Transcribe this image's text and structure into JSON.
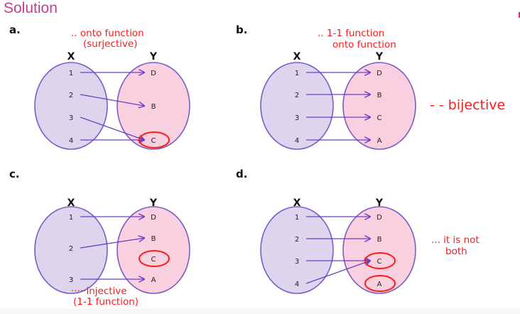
{
  "page": {
    "title": "Solution"
  },
  "colors": {
    "title": "#c2408f",
    "domain_fill": "#ddd4ee",
    "codomain_fill": "#f8d0df",
    "set_stroke": "#7b5cc4",
    "arrow": "#6a3fc8",
    "annotation": "#ff1a1a"
  },
  "panels": [
    {
      "label": "a.",
      "set_x_label": "X",
      "set_y_label": "Y",
      "domain": [
        "1",
        "2",
        "3",
        "4"
      ],
      "codomain": [
        "D",
        "B",
        "C"
      ],
      "mappings": [
        [
          "1",
          "D"
        ],
        [
          "2",
          "B"
        ],
        [
          "3",
          "C"
        ],
        [
          "4",
          "C"
        ]
      ],
      "circled": [
        "C"
      ],
      "note": [
        ".. onto function",
        "(surjective)"
      ]
    },
    {
      "label": "b.",
      "set_x_label": "X",
      "set_y_label": "Y",
      "domain": [
        "1",
        "2",
        "3",
        "4"
      ],
      "codomain": [
        "D",
        "B",
        "C",
        "A"
      ],
      "mappings": [
        [
          "1",
          "D"
        ],
        [
          "2",
          "B"
        ],
        [
          "3",
          "C"
        ],
        [
          "4",
          "A"
        ]
      ],
      "circled": [],
      "note": [
        ".. 1-1 function",
        "onto function"
      ],
      "side_note": "- - bijective"
    },
    {
      "label": "c.",
      "set_x_label": "X",
      "set_y_label": "Y",
      "domain": [
        "1",
        "2",
        "3"
      ],
      "codomain": [
        "D",
        "B",
        "C",
        "A"
      ],
      "mappings": [
        [
          "1",
          "D"
        ],
        [
          "2",
          "B"
        ],
        [
          "3",
          "A"
        ]
      ],
      "circled": [
        "C"
      ],
      "note": [
        "·····injective",
        "(1-1 function)"
      ]
    },
    {
      "label": "d.",
      "set_x_label": "X",
      "set_y_label": "Y",
      "domain": [
        "1",
        "2",
        "3",
        "4"
      ],
      "codomain": [
        "D",
        "B",
        "C",
        "A"
      ],
      "mappings": [
        [
          "1",
          "D"
        ],
        [
          "2",
          "B"
        ],
        [
          "3",
          "C"
        ],
        [
          "4",
          "C"
        ]
      ],
      "circled": [
        "C",
        "A"
      ],
      "side_note": [
        "... it is not",
        "both"
      ]
    }
  ]
}
